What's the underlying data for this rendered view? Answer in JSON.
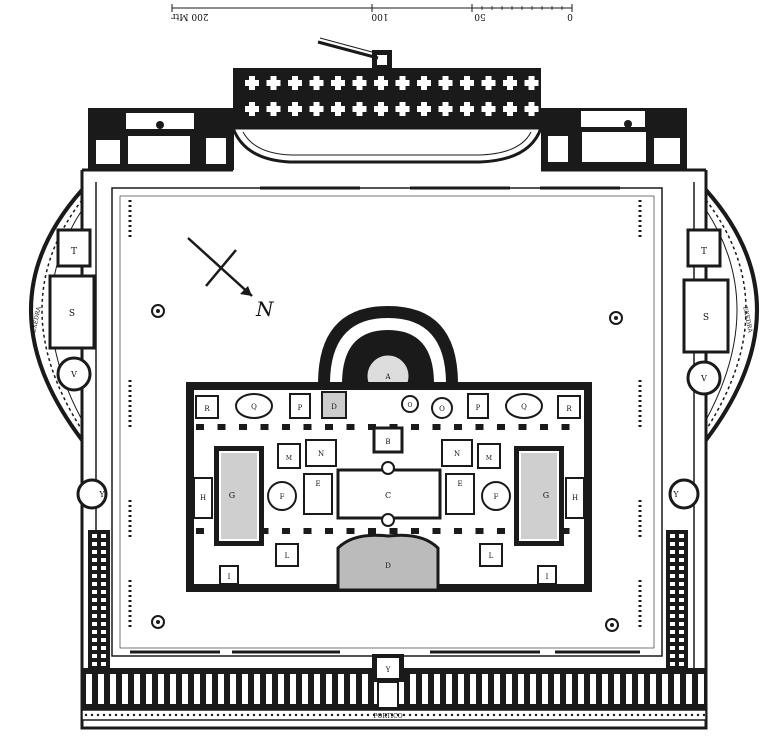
{
  "scale_bar": {
    "ticks": [
      {
        "label": "200 Mtr",
        "value": 200
      },
      {
        "label": "100",
        "value": 100
      },
      {
        "label": "50",
        "value": 50
      },
      {
        "label": "0",
        "value": 0
      }
    ]
  },
  "compass": {
    "label": "N"
  },
  "rooms": [
    {
      "id": "T-left",
      "label": "T"
    },
    {
      "id": "S-left",
      "label": "S"
    },
    {
      "id": "V-left",
      "label": "V"
    },
    {
      "id": "Y-left",
      "label": "Y"
    },
    {
      "id": "T-right",
      "label": "T"
    },
    {
      "id": "S-right",
      "label": "S"
    },
    {
      "id": "V-right",
      "label": "V"
    },
    {
      "id": "Y-right",
      "label": "Y"
    },
    {
      "id": "Y-bottom",
      "label": "Y"
    },
    {
      "id": "A",
      "label": "A"
    },
    {
      "id": "B",
      "label": "B"
    },
    {
      "id": "C",
      "label": "C"
    },
    {
      "id": "D",
      "label": "D"
    },
    {
      "id": "E-left",
      "label": "E"
    },
    {
      "id": "E-right",
      "label": "E"
    },
    {
      "id": "N-left",
      "label": "N"
    },
    {
      "id": "N-right",
      "label": "N"
    },
    {
      "id": "M-left",
      "label": "M"
    },
    {
      "id": "M-right",
      "label": "M"
    },
    {
      "id": "F-left",
      "label": "F"
    },
    {
      "id": "F-right",
      "label": "F"
    },
    {
      "id": "G-left",
      "label": "G"
    },
    {
      "id": "G-right",
      "label": "G"
    },
    {
      "id": "H-left",
      "label": "H"
    },
    {
      "id": "H-right",
      "label": "H"
    },
    {
      "id": "L-left",
      "label": "L"
    },
    {
      "id": "L-right",
      "label": "L"
    },
    {
      "id": "I-left",
      "label": "I"
    },
    {
      "id": "I-right",
      "label": "I"
    },
    {
      "id": "P-left",
      "label": "P"
    },
    {
      "id": "P-right",
      "label": "P"
    },
    {
      "id": "Q-left",
      "label": "Q"
    },
    {
      "id": "Q-right",
      "label": "Q"
    },
    {
      "id": "R-left",
      "label": "R"
    },
    {
      "id": "R-right",
      "label": "R"
    },
    {
      "id": "O-left",
      "label": "O"
    },
    {
      "id": "O-right",
      "label": "O"
    },
    {
      "id": "D-small",
      "label": "D"
    }
  ],
  "annotations": {
    "portico": "PORTICO",
    "left_arc": "EXEDRA",
    "right_arc": "EXEDRA"
  }
}
